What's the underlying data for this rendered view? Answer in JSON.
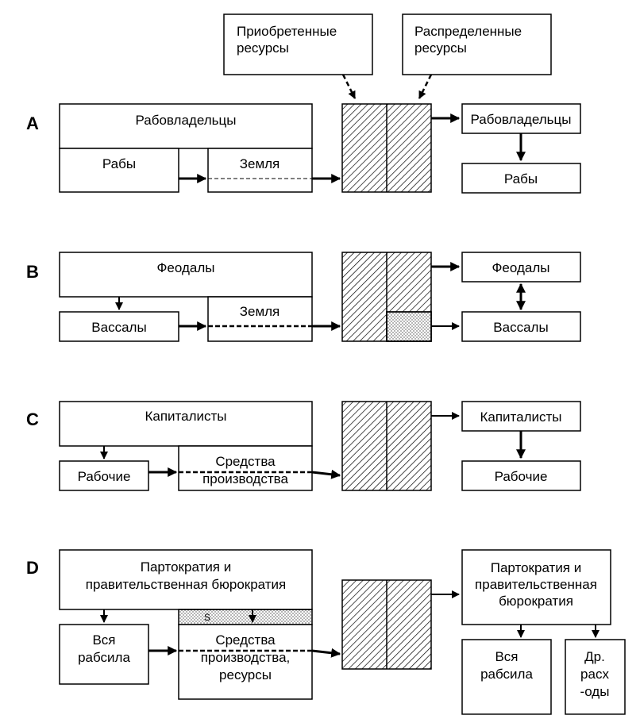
{
  "top": {
    "acquired_resources": [
      "Приобретенные",
      "ресурсы"
    ],
    "distributed_resources": [
      "Распределенные",
      "ресурсы"
    ]
  },
  "rows": {
    "a": {
      "letter": "A",
      "owners": "Рабовладельцы",
      "workers": "Рабы",
      "means": "Земля",
      "out_owners": "Рабовладельцы",
      "out_workers": "Рабы"
    },
    "b": {
      "letter": "B",
      "owners": "Феодалы",
      "workers": "Вассалы",
      "means": "Земля",
      "out_owners": "Феодалы",
      "out_workers": "Вассалы"
    },
    "c": {
      "letter": "C",
      "owners": "Капиталисты",
      "workers": "Рабочие",
      "means": [
        "Средства",
        "производства"
      ],
      "out_owners": "Капиталисты",
      "out_workers": "Рабочие"
    },
    "d": {
      "letter": "D",
      "owners": [
        "Партократия и",
        "правительственная бюрократия"
      ],
      "strip_label": "S",
      "workers": [
        "Вся",
        "рабсила"
      ],
      "means": [
        "Средства",
        "производства,",
        "ресурсы"
      ],
      "out_owners": [
        "Партократия и",
        "правительственная",
        "бюрократия"
      ],
      "out_workers": [
        "Вся",
        "рабсила"
      ],
      "out_other": [
        "Др.",
        "расх",
        "-оды"
      ]
    }
  },
  "colors": {
    "line": "#000000",
    "background": "#ffffff"
  }
}
